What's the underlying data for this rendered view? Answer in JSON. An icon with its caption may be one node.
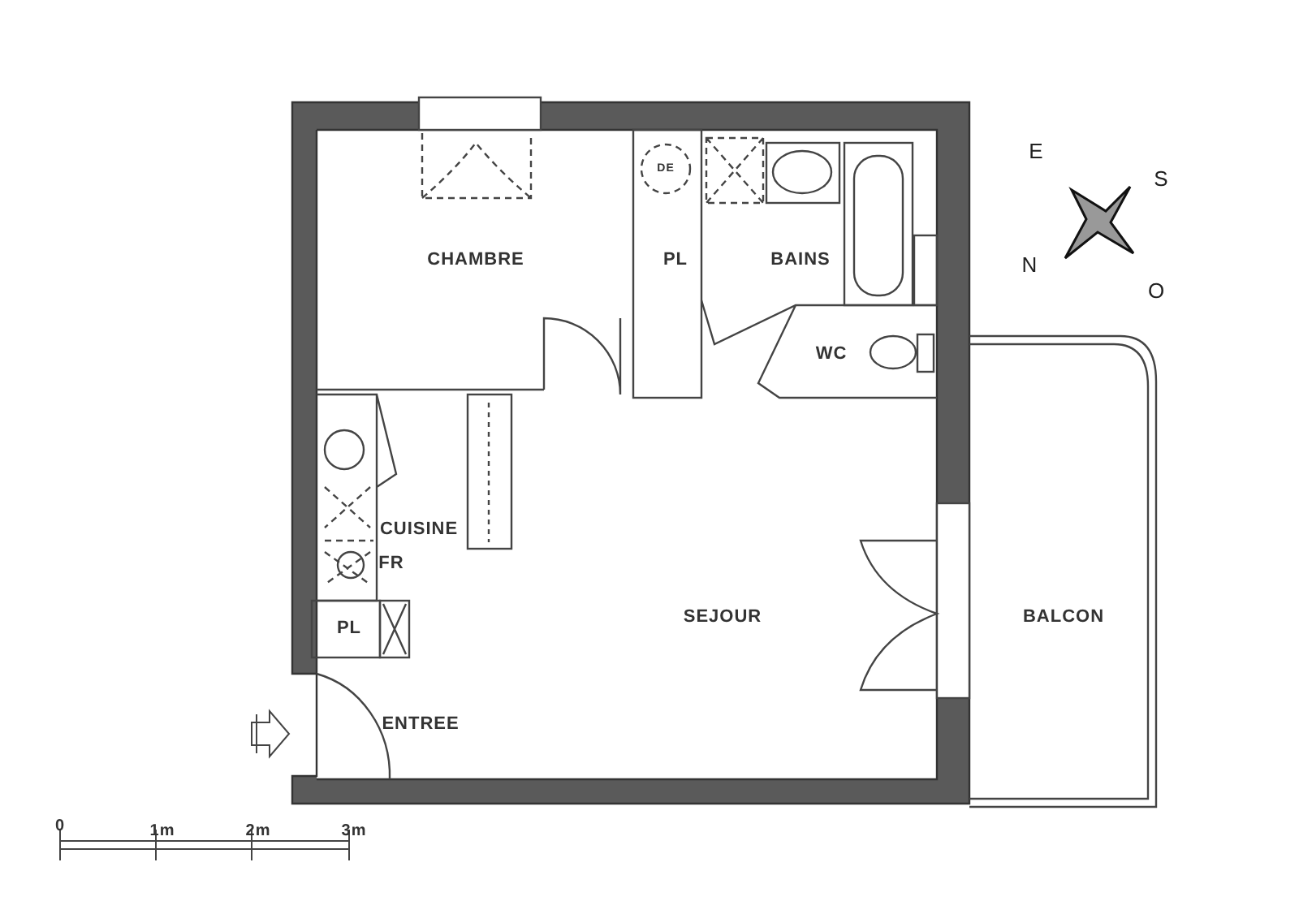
{
  "diagram": {
    "labels": [
      "CHAMBRE",
      "DE",
      "PL",
      "BAINS",
      "WC",
      "CUISINE",
      "FR",
      "PL",
      "SEJOUR",
      "BALCON",
      "ENTREE",
      "E",
      "S",
      "N",
      "O",
      "0",
      "1m",
      "2m",
      "3m"
    ]
  }
}
